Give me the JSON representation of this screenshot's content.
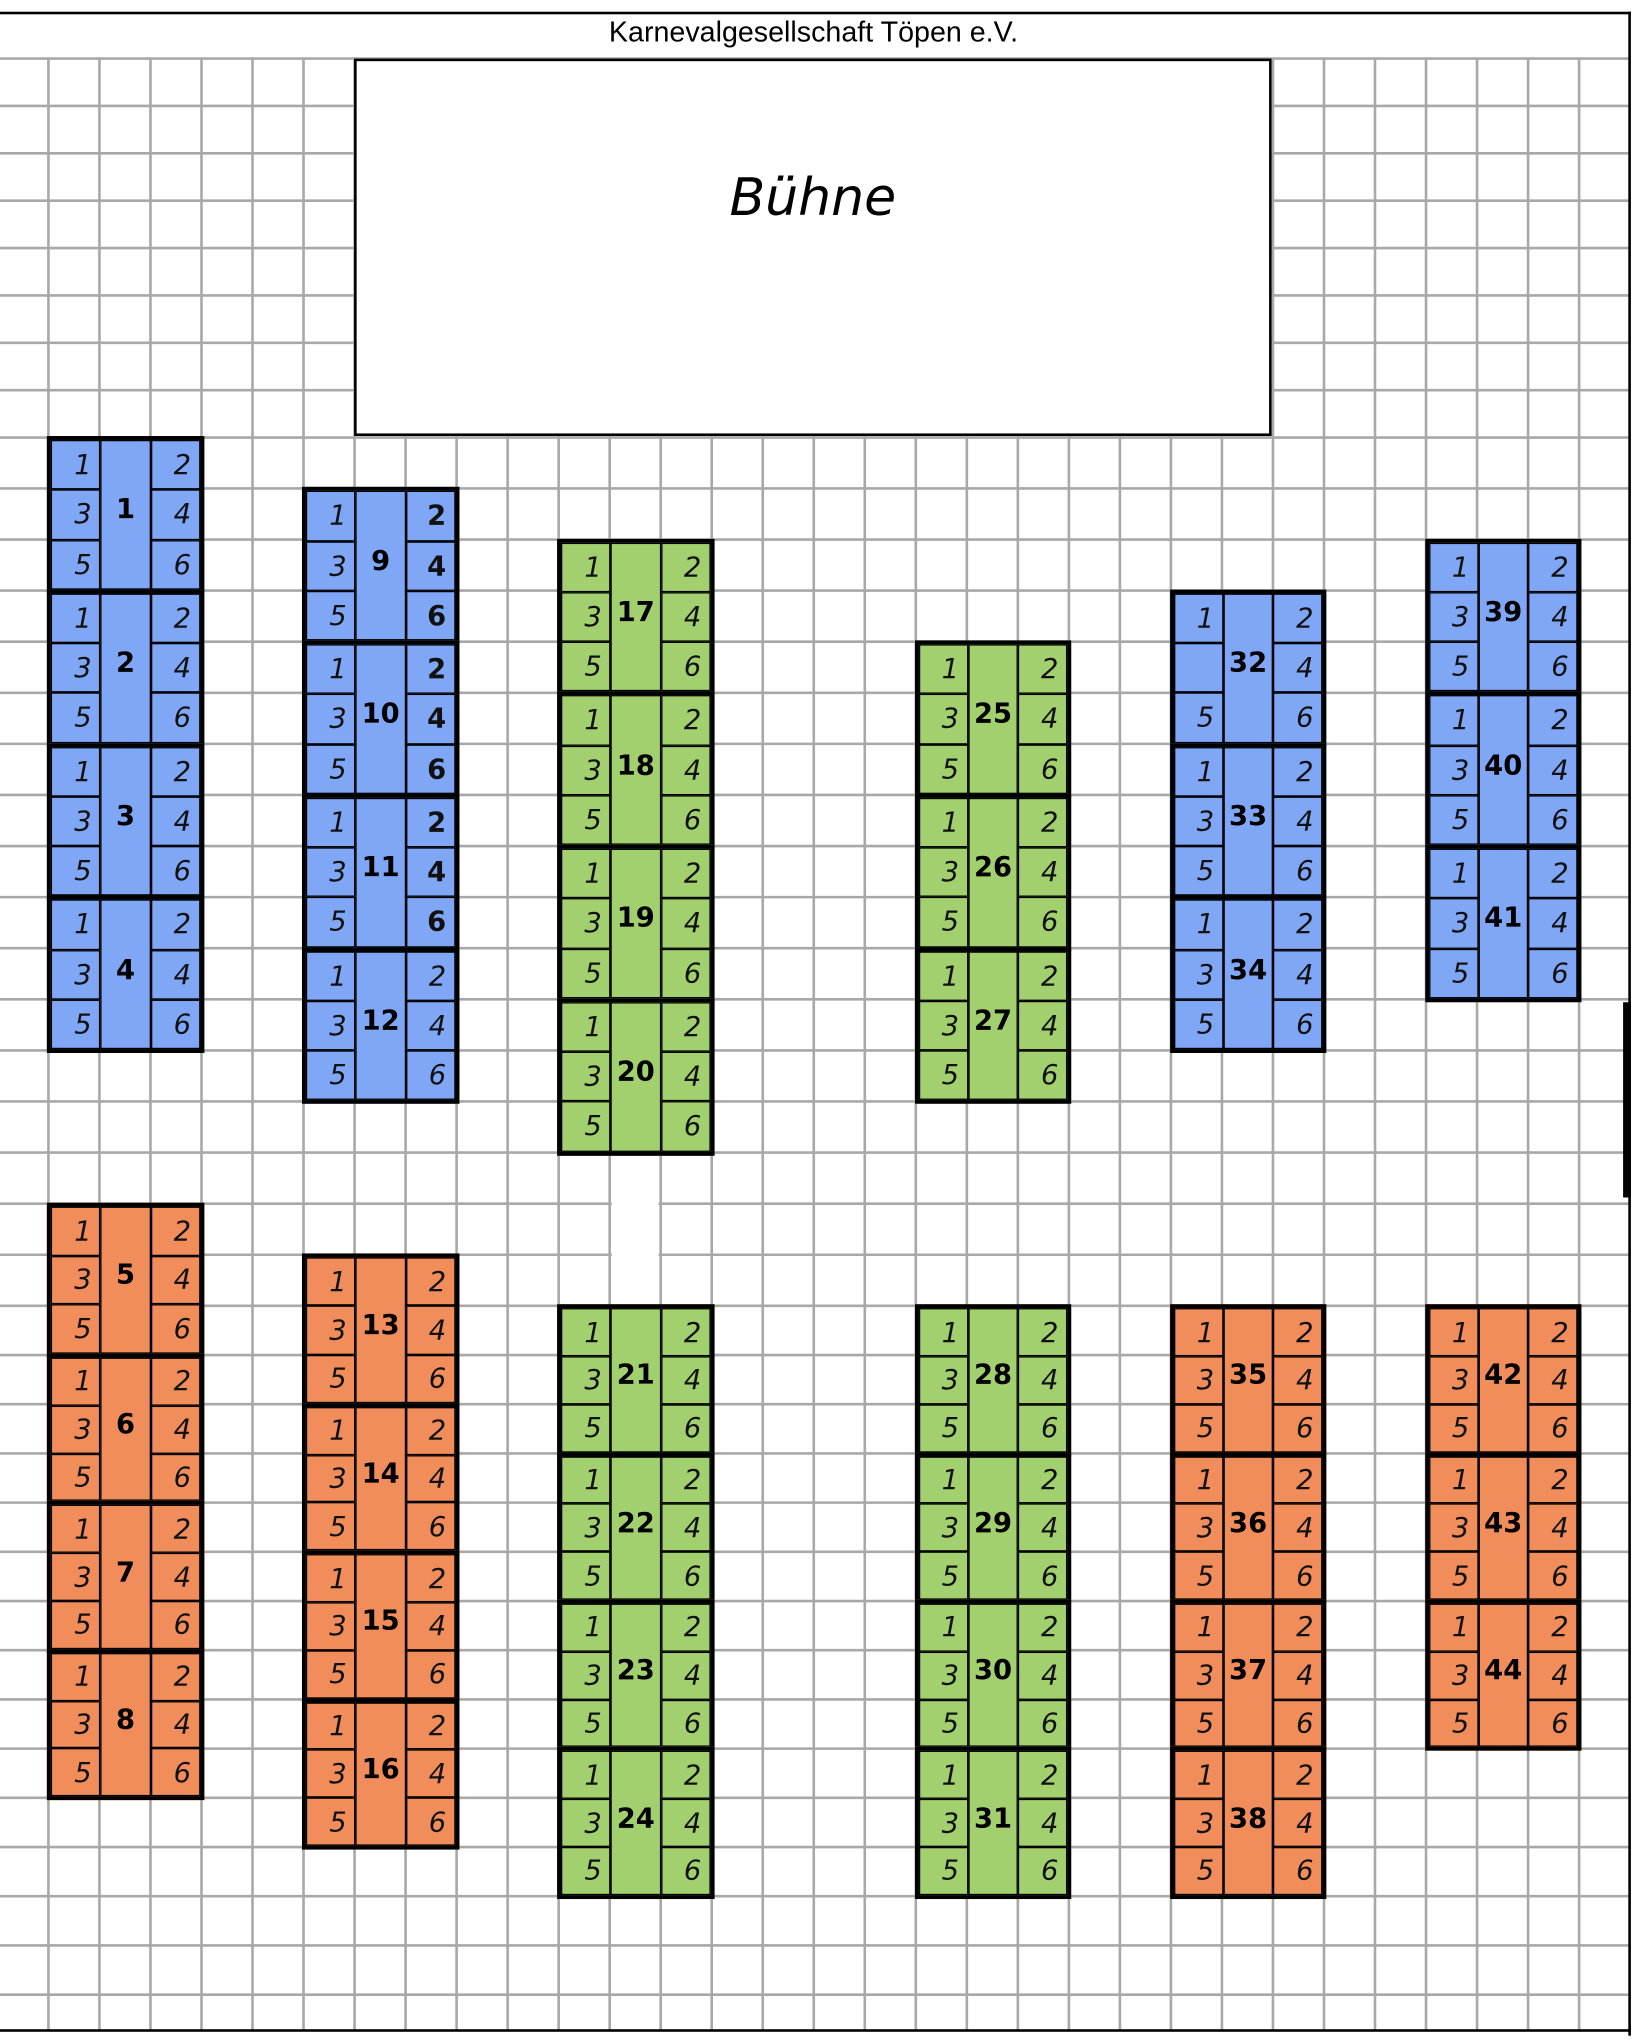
{
  "header": {
    "title": "Karnevalgesellschaft Töpen e.V."
  },
  "stage": {
    "label": "Bühne"
  },
  "colors": {
    "blue": "#80a6f6",
    "green": "#a3d06f",
    "orange": "#f08d5a",
    "grid": "#a8a8a8"
  },
  "tables": [
    {
      "number": "1",
      "color": "blue",
      "left": [
        "1",
        "3",
        "5"
      ],
      "right": [
        "2",
        "4",
        "6"
      ]
    },
    {
      "number": "2",
      "color": "blue",
      "left": [
        "1",
        "3",
        "5"
      ],
      "right": [
        "2",
        "4",
        "6"
      ]
    },
    {
      "number": "3",
      "color": "blue",
      "left": [
        "1",
        "3",
        "5"
      ],
      "right": [
        "2",
        "4",
        "6"
      ]
    },
    {
      "number": "4",
      "color": "blue",
      "left": [
        "1",
        "3",
        "5"
      ],
      "right": [
        "2",
        "4",
        "6"
      ]
    },
    {
      "number": "5",
      "color": "orange",
      "left": [
        "1",
        "3",
        "5"
      ],
      "right": [
        "2",
        "4",
        "6"
      ]
    },
    {
      "number": "6",
      "color": "orange",
      "left": [
        "1",
        "3",
        "5"
      ],
      "right": [
        "2",
        "4",
        "6"
      ]
    },
    {
      "number": "7",
      "color": "orange",
      "left": [
        "1",
        "3",
        "5"
      ],
      "right": [
        "2",
        "4",
        "6"
      ]
    },
    {
      "number": "8",
      "color": "orange",
      "left": [
        "1",
        "3",
        "5"
      ],
      "right": [
        "2",
        "4",
        "6"
      ]
    },
    {
      "number": "9",
      "color": "blue",
      "left": [
        "1",
        "3",
        "5"
      ],
      "right": [
        "2",
        "4",
        "6"
      ]
    },
    {
      "number": "10",
      "color": "blue",
      "left": [
        "1",
        "3",
        "5"
      ],
      "right": [
        "2",
        "4",
        "6"
      ]
    },
    {
      "number": "11",
      "color": "blue",
      "left": [
        "1",
        "3",
        "5"
      ],
      "right": [
        "2",
        "4",
        "6"
      ]
    },
    {
      "number": "12",
      "color": "blue",
      "left": [
        "1",
        "3",
        "5"
      ],
      "right": [
        "2",
        "4",
        "6"
      ]
    },
    {
      "number": "13",
      "color": "orange",
      "left": [
        "1",
        "3",
        "5"
      ],
      "right": [
        "2",
        "4",
        "6"
      ]
    },
    {
      "number": "14",
      "color": "orange",
      "left": [
        "1",
        "3",
        "5"
      ],
      "right": [
        "2",
        "4",
        "6"
      ]
    },
    {
      "number": "15",
      "color": "orange",
      "left": [
        "1",
        "3",
        "5"
      ],
      "right": [
        "2",
        "4",
        "6"
      ]
    },
    {
      "number": "16",
      "color": "orange",
      "left": [
        "1",
        "3",
        "5"
      ],
      "right": [
        "2",
        "4",
        "6"
      ]
    },
    {
      "number": "17",
      "color": "green",
      "left": [
        "1",
        "3",
        "5"
      ],
      "right": [
        "2",
        "4",
        "6"
      ]
    },
    {
      "number": "18",
      "color": "green",
      "left": [
        "1",
        "3",
        "5"
      ],
      "right": [
        "2",
        "4",
        "6"
      ]
    },
    {
      "number": "19",
      "color": "green",
      "left": [
        "1",
        "3",
        "5"
      ],
      "right": [
        "2",
        "4",
        "6"
      ]
    },
    {
      "number": "20",
      "color": "green",
      "left": [
        "1",
        "3",
        "5"
      ],
      "right": [
        "2",
        "4",
        "6"
      ]
    },
    {
      "number": "21",
      "color": "green",
      "left": [
        "1",
        "3",
        "5"
      ],
      "right": [
        "2",
        "4",
        "6"
      ]
    },
    {
      "number": "22",
      "color": "green",
      "left": [
        "1",
        "3",
        "5"
      ],
      "right": [
        "2",
        "4",
        "6"
      ]
    },
    {
      "number": "23",
      "color": "green",
      "left": [
        "1",
        "3",
        "5"
      ],
      "right": [
        "2",
        "4",
        "6"
      ]
    },
    {
      "number": "24",
      "color": "green",
      "left": [
        "1",
        "3",
        "5"
      ],
      "right": [
        "2",
        "4",
        "6"
      ]
    },
    {
      "number": "25",
      "color": "green",
      "left": [
        "1",
        "3",
        "5"
      ],
      "right": [
        "2",
        "4",
        "6"
      ]
    },
    {
      "number": "26",
      "color": "green",
      "left": [
        "1",
        "3",
        "5"
      ],
      "right": [
        "2",
        "4",
        "6"
      ]
    },
    {
      "number": "27",
      "color": "green",
      "left": [
        "1",
        "3",
        "5"
      ],
      "right": [
        "2",
        "4",
        "6"
      ]
    },
    {
      "number": "28",
      "color": "green",
      "left": [
        "1",
        "3",
        "5"
      ],
      "right": [
        "2",
        "4",
        "6"
      ]
    },
    {
      "number": "29",
      "color": "green",
      "left": [
        "1",
        "3",
        "5"
      ],
      "right": [
        "2",
        "4",
        "6"
      ]
    },
    {
      "number": "30",
      "color": "green",
      "left": [
        "1",
        "3",
        "5"
      ],
      "right": [
        "2",
        "4",
        "6"
      ]
    },
    {
      "number": "31",
      "color": "green",
      "left": [
        "1",
        "3",
        "5"
      ],
      "right": [
        "2",
        "4",
        "6"
      ]
    },
    {
      "number": "32",
      "color": "blue",
      "left": [
        "1",
        "",
        "5"
      ],
      "right": [
        "2",
        "4",
        "6"
      ]
    },
    {
      "number": "33",
      "color": "blue",
      "left": [
        "1",
        "3",
        "5"
      ],
      "right": [
        "2",
        "4",
        "6"
      ]
    },
    {
      "number": "34",
      "color": "blue",
      "left": [
        "1",
        "3",
        "5"
      ],
      "right": [
        "2",
        "4",
        "6"
      ]
    },
    {
      "number": "35",
      "color": "orange",
      "left": [
        "1",
        "3",
        "5"
      ],
      "right": [
        "2",
        "4",
        "6"
      ]
    },
    {
      "number": "36",
      "color": "orange",
      "left": [
        "1",
        "3",
        "5"
      ],
      "right": [
        "2",
        "4",
        "6"
      ]
    },
    {
      "number": "37",
      "color": "orange",
      "left": [
        "1",
        "3",
        "5"
      ],
      "right": [
        "2",
        "4",
        "6"
      ]
    },
    {
      "number": "38",
      "color": "orange",
      "left": [
        "1",
        "3",
        "5"
      ],
      "right": [
        "2",
        "4",
        "6"
      ]
    },
    {
      "number": "39",
      "color": "blue",
      "left": [
        "1",
        "3",
        "5"
      ],
      "right": [
        "2",
        "4",
        "6"
      ]
    },
    {
      "number": "40",
      "color": "blue",
      "left": [
        "1",
        "3",
        "5"
      ],
      "right": [
        "2",
        "4",
        "6"
      ]
    },
    {
      "number": "41",
      "color": "blue",
      "left": [
        "1",
        "3",
        "5"
      ],
      "right": [
        "2",
        "4",
        "6"
      ]
    },
    {
      "number": "42",
      "color": "orange",
      "left": [
        "1",
        "3",
        "5"
      ],
      "right": [
        "2",
        "4",
        "6"
      ]
    },
    {
      "number": "43",
      "color": "orange",
      "left": [
        "1",
        "3",
        "5"
      ],
      "right": [
        "2",
        "4",
        "6"
      ]
    },
    {
      "number": "44",
      "color": "orange",
      "left": [
        "1",
        "3",
        "5"
      ],
      "right": [
        "2",
        "4",
        "6"
      ]
    }
  ]
}
